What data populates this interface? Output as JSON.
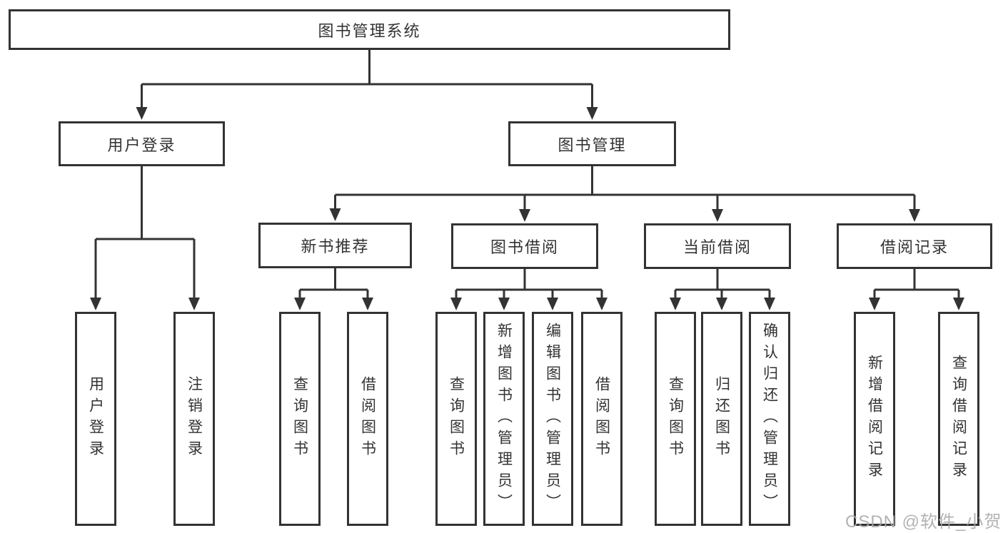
{
  "tree": {
    "label": "图书管理系统",
    "children": [
      {
        "label": "用户登录",
        "children": [
          {
            "label": "用户登录"
          },
          {
            "label": "注销登录"
          }
        ]
      },
      {
        "label": "图书管理",
        "children": [
          {
            "label": "新书推荐",
            "children": [
              {
                "label": "查询图书"
              },
              {
                "label": "借阅图书"
              }
            ]
          },
          {
            "label": "图书借阅",
            "children": [
              {
                "label": "查询图书"
              },
              {
                "label": "新增图书（管理员）"
              },
              {
                "label": "编辑图书（管理员）"
              },
              {
                "label": "借阅图书"
              }
            ]
          },
          {
            "label": "当前借阅",
            "children": [
              {
                "label": "查询图书"
              },
              {
                "label": "归还图书"
              },
              {
                "label": "确认归还（管理员）"
              }
            ]
          },
          {
            "label": "借阅记录",
            "children": [
              {
                "label": "新增借阅记录"
              },
              {
                "label": "查询借阅记录"
              }
            ]
          }
        ]
      }
    ]
  },
  "watermark": {
    "text": "CSDN @软件_小贺同学"
  },
  "colors": {
    "line": "#333333",
    "node_border": "#333333",
    "text": "#333333",
    "background": "#ffffff",
    "watermark": "#a8a8a8"
  }
}
